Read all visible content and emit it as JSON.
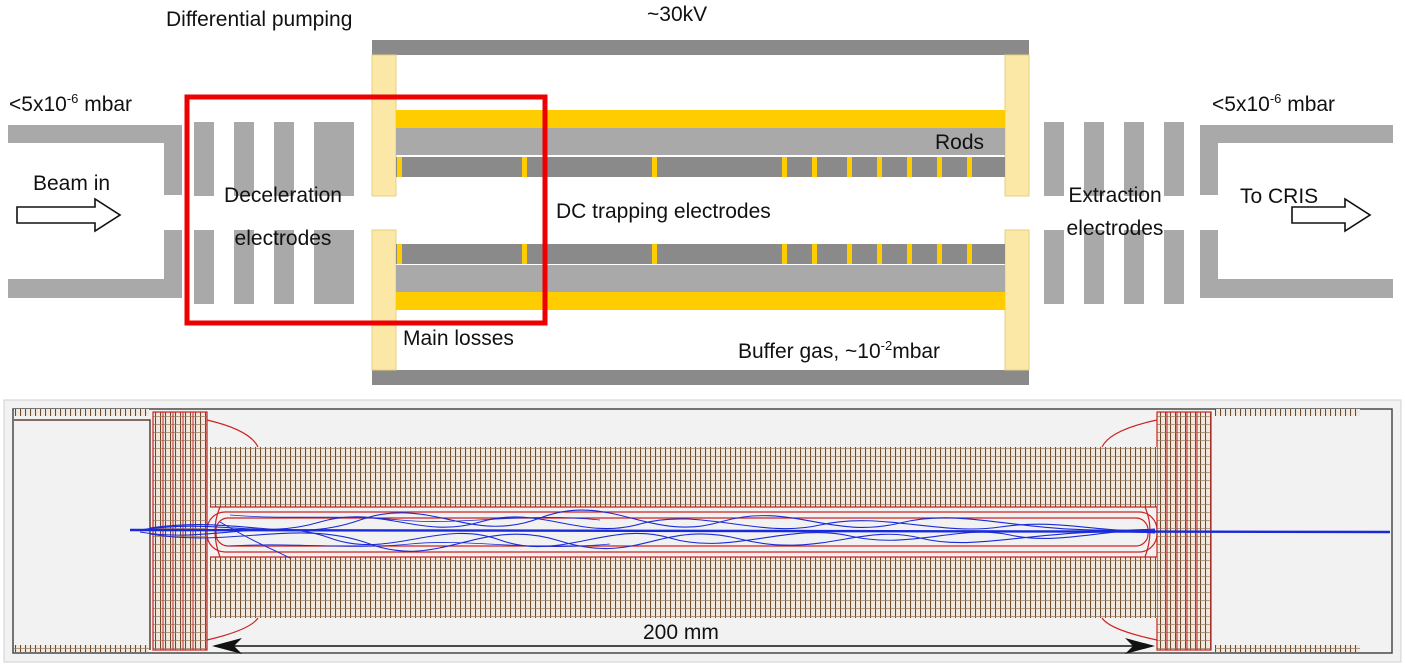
{
  "title_left": "Differential pumping",
  "title_voltage": "~30kV",
  "pressure_left": {
    "base": "<5x10",
    "exp": "-6",
    "unit": " mbar"
  },
  "pressure_right": {
    "base": "<5x10",
    "exp": "-6",
    "unit": " mbar"
  },
  "beam_in": "Beam in",
  "to_cris": "To CRIS",
  "deceleration": [
    "Deceleration",
    "electrodes"
  ],
  "extraction": [
    "Extraction",
    "electrodes"
  ],
  "rods": "Rods",
  "dc_trapping": "DC trapping electrodes",
  "main_losses": "Main losses",
  "buffer_gas": {
    "pre": "Buffer gas, ~10",
    "exp": "-2",
    "post": "mbar"
  },
  "scale_bar": "200 mm",
  "colors": {
    "electrode_gray": "#a9a9a9",
    "dark_gray": "#8a8a8a",
    "rod_yellow": "#ffcc00",
    "pale_yellow": "#fbe8a6",
    "highlight_red": "#ee0000",
    "trajectory_blue": "#1a2ad8",
    "field_red": "#cc2222",
    "mesh_brown": "#6b4a2a"
  }
}
